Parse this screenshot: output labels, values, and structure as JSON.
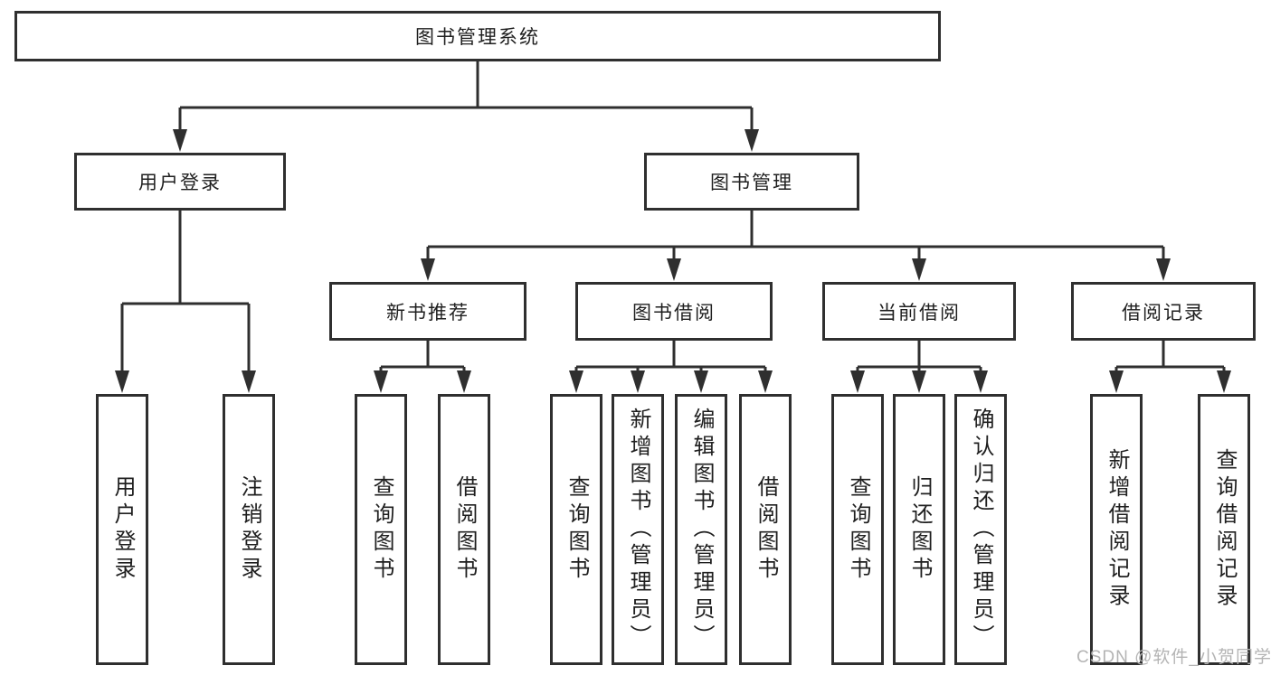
{
  "colors": {
    "line": "#2f2f2f",
    "text": "#1f1f1f",
    "watermark": "#b4b4b4",
    "background": "#ffffff"
  },
  "watermark": "CSDN @软件_小贺同学",
  "nodes": {
    "root": "图书管理系统",
    "user_login": {
      "label": "用户登录",
      "children": {
        "login": "用户登录",
        "logout": "注销登录"
      }
    },
    "book_mgmt": {
      "label": "图书管理",
      "children": {
        "new_book": {
          "label": "新书推荐",
          "children": {
            "query": "查询图书",
            "borrow": "借阅图书"
          }
        },
        "book_borrow": {
          "label": "图书借阅",
          "children": {
            "query": "查询图书",
            "add": "新增图书（管理员）",
            "edit": "编辑图书（管理员）",
            "borrow": "借阅图书"
          }
        },
        "current_borrow": {
          "label": "当前借阅",
          "children": {
            "query": "查询图书",
            "return": "归还图书",
            "confirm": "确认归还（管理员）"
          }
        },
        "borrow_record": {
          "label": "借阅记录",
          "children": {
            "add": "新增借阅记录",
            "query": "查询借阅记录"
          }
        }
      }
    }
  }
}
